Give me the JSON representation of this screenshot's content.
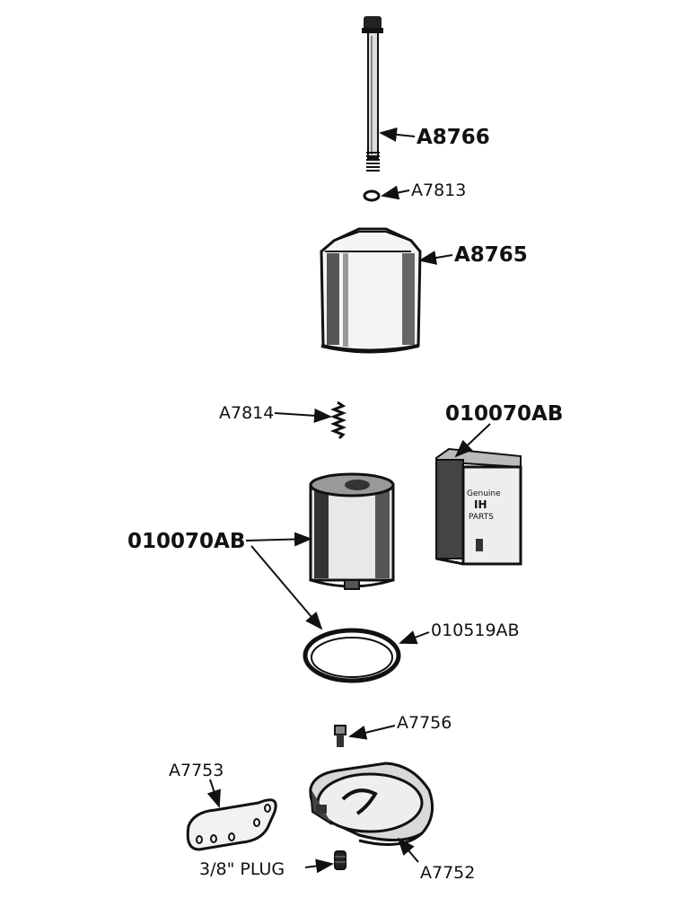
{
  "labels": {
    "bolt": "A8766",
    "washer": "A7813",
    "cover": "A8765",
    "spring": "A7814",
    "element_box": "010070AB",
    "element": "010070AB",
    "gasket": "010519AB",
    "fitting": "A7756",
    "bracket": "A7753",
    "plug": "3/8\" PLUG",
    "base": "A7752"
  },
  "box_text": {
    "line1": "Genuine",
    "line2": "IH",
    "line3": "PARTS"
  },
  "colors": {
    "ink": "#111111",
    "paper": "#ffffff"
  }
}
